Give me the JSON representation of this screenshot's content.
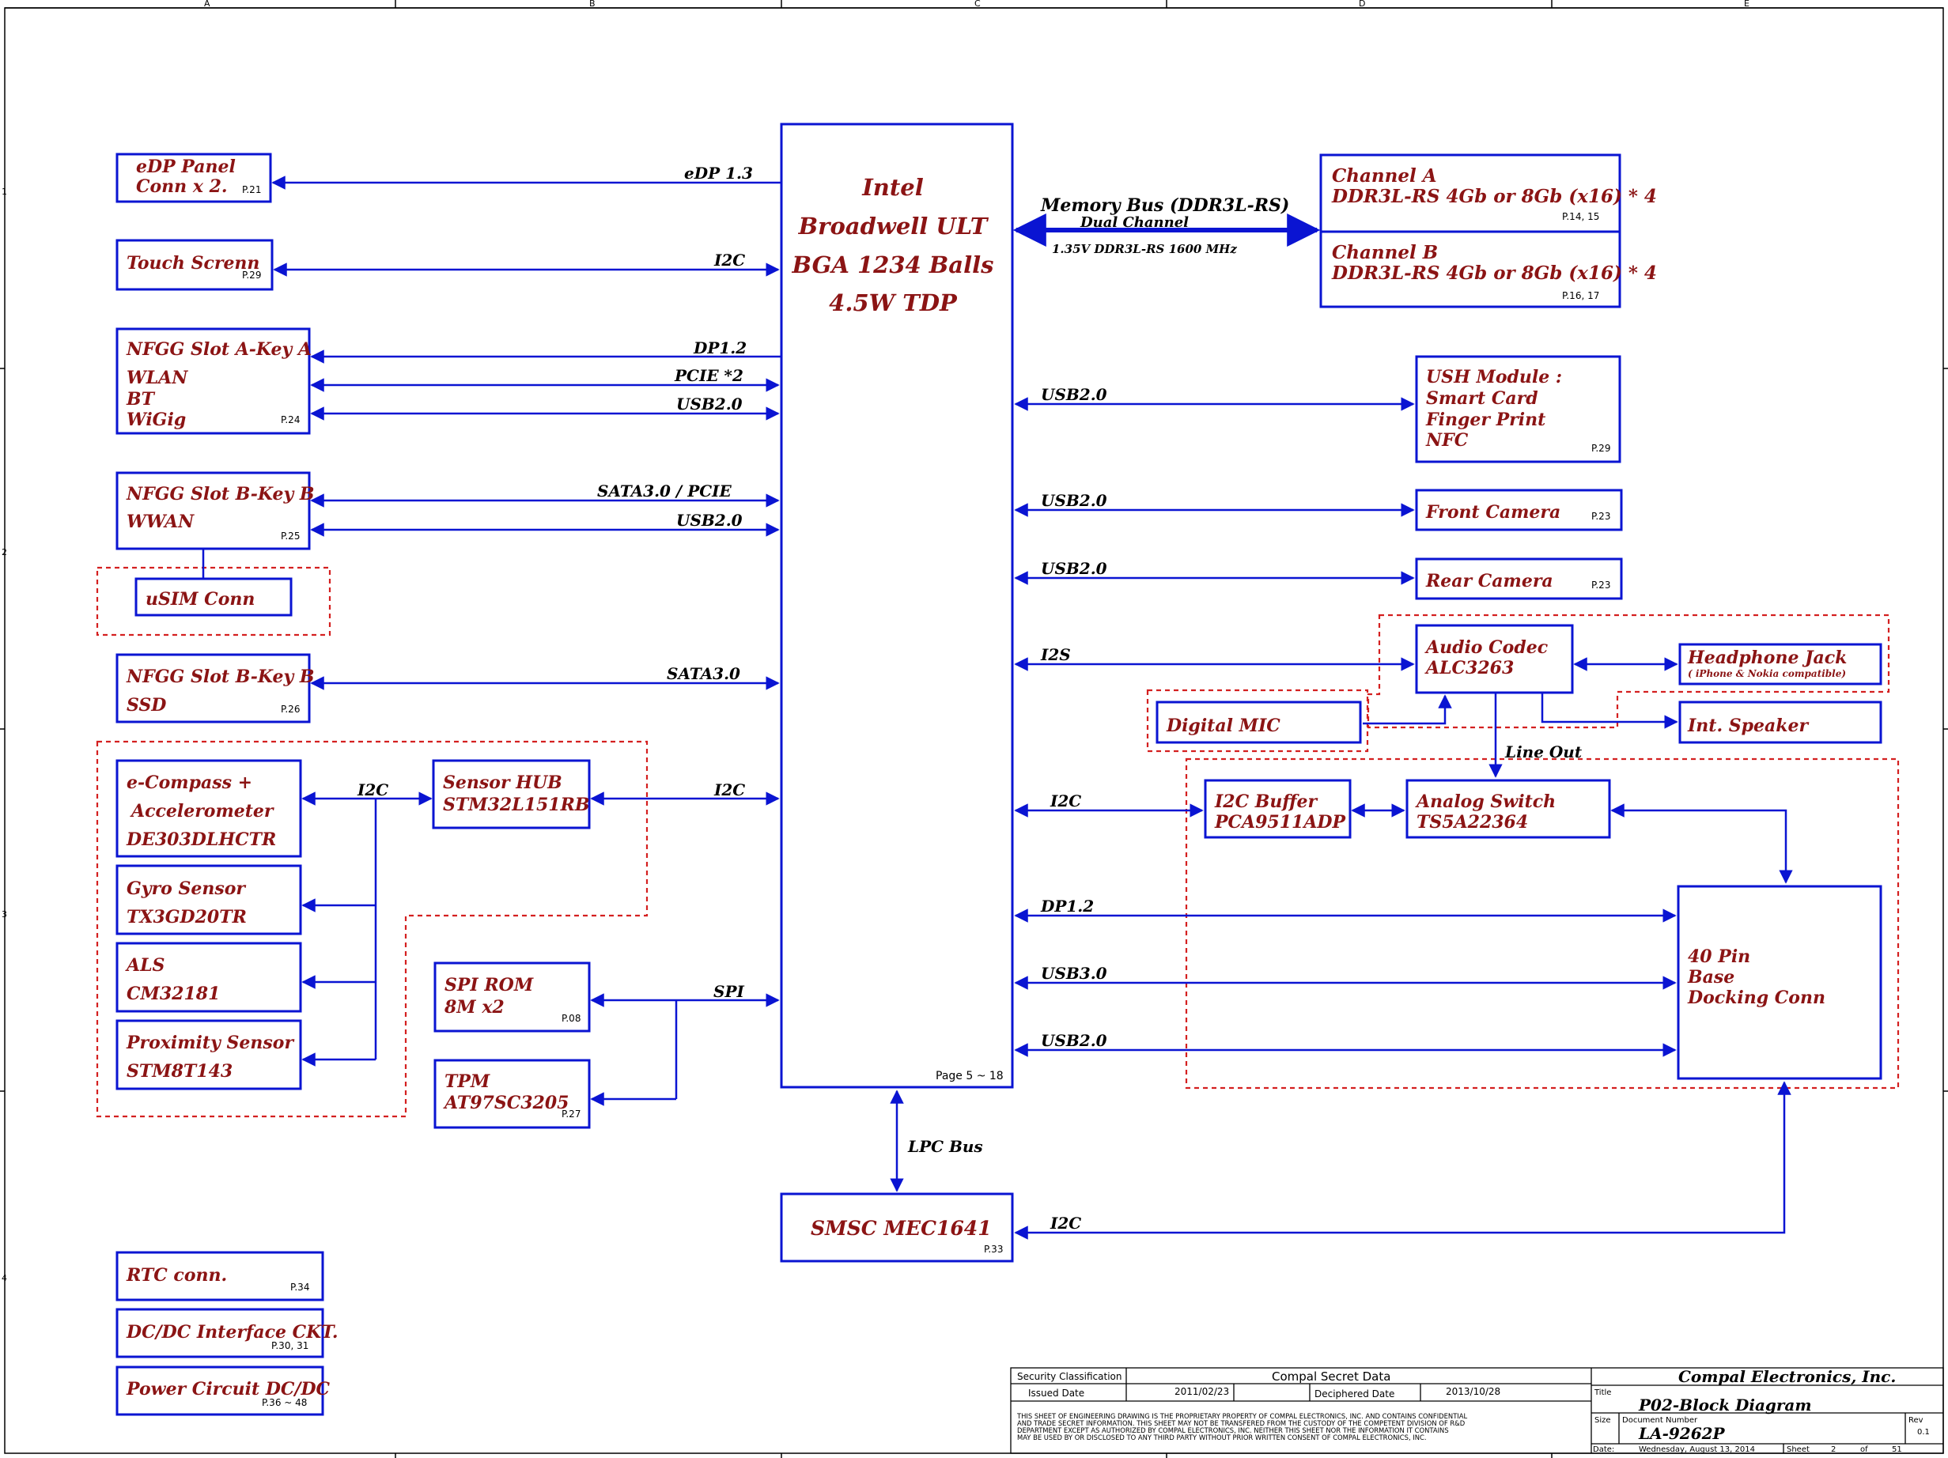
{
  "cpu": {
    "lines": [
      "Intel",
      "Broadwell ULT",
      "BGA 1234 Balls",
      "4.5W TDP"
    ],
    "page": "Page 5 ~ 18"
  },
  "ec": {
    "name": "SMSC MEC1641",
    "page": "P.33"
  },
  "lpc": "LPC Bus",
  "memory": {
    "bus": "Memory Bus (DDR3L-RS)",
    "mode": "Dual Channel",
    "spec": "1.35V DDR3L-RS 1600 MHz",
    "channel_a": [
      "Channel A",
      "DDR3L-RS 4Gb or 8Gb (x16) * 4"
    ],
    "channel_a_page": "P.14, 15",
    "channel_b": [
      "Channel B",
      "DDR3L-RS 4Gb or 8Gb (x16) * 4"
    ],
    "channel_b_page": "P.16, 17"
  },
  "left_blocks": {
    "edp": {
      "lines": [
        "eDP Panel",
        "Conn x 2."
      ],
      "page": "P.21",
      "bus": "eDP 1.3"
    },
    "touch": {
      "lines": [
        "Touch Screnn"
      ],
      "page": "P.29",
      "bus": "I2C"
    },
    "ngff_a": {
      "lines": [
        "NFGG Slot A-Key A",
        "WLAN",
        "BT",
        "WiGig"
      ],
      "page": "P.24",
      "buses": [
        "DP1.2",
        "PCIE *2",
        "USB2.0"
      ]
    },
    "ngff_b": {
      "lines": [
        "NFGG Slot B-Key B",
        "WWAN"
      ],
      "page": "P.25",
      "buses": [
        "SATA3.0  / PCIE",
        "USB2.0"
      ]
    },
    "usim": {
      "lines": [
        "uSIM Conn"
      ]
    },
    "ssd": {
      "lines": [
        "NFGG Slot B-Key B",
        "SSD"
      ],
      "page": "P.26",
      "bus": "SATA3.0"
    },
    "ecompass": {
      "lines": [
        "e-Compass +",
        "Accelerometer",
        "DE303DLHCTR"
      ]
    },
    "gyro": {
      "lines": [
        "Gyro Sensor",
        "TX3GD20TR"
      ]
    },
    "als": {
      "lines": [
        "ALS",
        "CM32181"
      ]
    },
    "prox": {
      "lines": [
        "Proximity Sensor",
        "STM8T143"
      ]
    },
    "sensor_i2c": "I2C",
    "sensorhub": {
      "lines": [
        "Sensor HUB",
        "STM32L151RB"
      ],
      "bus": "I2C"
    },
    "spirom": {
      "lines": [
        "SPI ROM",
        "8M x2"
      ],
      "page": "P.08"
    },
    "tpm": {
      "lines": [
        "TPM",
        "AT97SC3205"
      ],
      "page": "P.27"
    },
    "spi_bus": "SPI",
    "rtc": {
      "lines": [
        "RTC conn."
      ],
      "page": "P.34"
    },
    "dcdc": {
      "lines": [
        "DC/DC Interface CKT."
      ],
      "page": "P.30, 31"
    },
    "power": {
      "lines": [
        "Power Circuit DC/DC"
      ],
      "page": "P.36 ~ 48"
    }
  },
  "right_blocks": {
    "ush": {
      "lines": [
        "USH Module :",
        "Smart Card",
        "Finger Print",
        "NFC"
      ],
      "page": "P.29",
      "bus": "USB2.0"
    },
    "front_cam": {
      "lines": [
        "Front Camera"
      ],
      "page": "P.23",
      "bus": "USB2.0"
    },
    "rear_cam": {
      "lines": [
        "Rear Camera"
      ],
      "page": "P.23",
      "bus": "USB2.0"
    },
    "codec": {
      "lines": [
        "Audio Codec",
        "ALC3263"
      ],
      "bus": "I2S"
    },
    "headphone": {
      "lines": [
        "Headphone Jack"
      ],
      "note": "( iPhone & Nokia compatible)"
    },
    "dmic": {
      "lines": [
        "Digital MIC"
      ]
    },
    "speaker": {
      "lines": [
        "Int. Speaker"
      ]
    },
    "line_out": "Line Out",
    "i2cbuf": {
      "lines": [
        "I2C Buffer",
        "PCA9511ADP"
      ],
      "bus": "I2C"
    },
    "aswitch": {
      "lines": [
        "Analog Switch",
        "TS5A22364"
      ]
    },
    "dock": {
      "lines": [
        "40 Pin",
        "Base",
        "Docking Conn"
      ],
      "buses": [
        "DP1.2",
        "USB3.0",
        "USB2.0"
      ]
    },
    "ec_i2c": "I2C"
  },
  "title_block": {
    "security_label": "Security Classification",
    "security_value": "Compal Secret Data",
    "issued_label": "Issued Date",
    "issued_value": "2011/02/23",
    "deciphered_label": "Deciphered Date",
    "deciphered_value": "2013/10/28",
    "company": "Compal Electronics, Inc.",
    "title_label": "Title",
    "title_value": "P02-Block Diagram",
    "size_label": "Size",
    "docnum_label": "Document Number",
    "docnum_value": "LA-9262P",
    "rev_label": "Rev",
    "rev_value": "0.1",
    "date_label": "Date:",
    "date_value": "Wednesday, August 13, 2014",
    "sheet_label": "Sheet",
    "sheet_value": "2",
    "of_label": "of",
    "of_value": "51",
    "notice": [
      "THIS SHEET OF ENGINEERING DRAWING IS THE PROPRIETARY PROPERTY OF COMPAL ELECTRONICS, INC. AND CONTAINS CONFIDENTIAL",
      "AND TRADE SECRET INFORMATION. THIS SHEET MAY NOT BE TRANSFERED FROM THE CUSTODY OF THE COMPETENT DIVISION OF R&D",
      "DEPARTMENT EXCEPT AS AUTHORIZED BY COMPAL ELECTRONICS, INC. NEITHER THIS SHEET NOR THE INFORMATION IT CONTAINS",
      "MAY BE USED BY OR DISCLOSED TO ANY THIRD PARTY WITHOUT PRIOR WRITTEN CONSENT OF COMPAL ELECTRONICS, INC."
    ]
  },
  "zone_labels": {
    "columns": [
      "A",
      "B",
      "C",
      "D",
      "E"
    ],
    "rows": [
      "1",
      "2",
      "3",
      "4"
    ]
  }
}
